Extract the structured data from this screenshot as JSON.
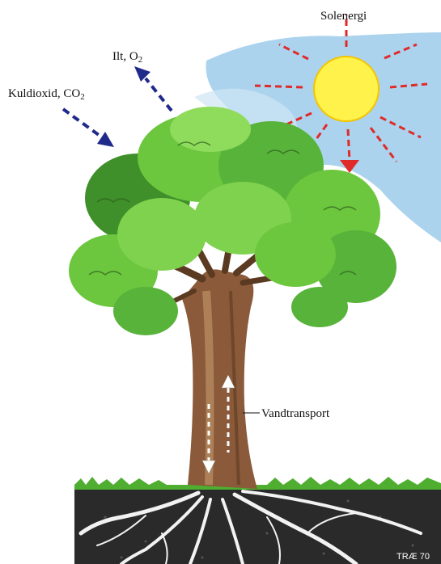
{
  "labels": {
    "sun": "Solenergi",
    "oxygen_prefix": "Ilt, O",
    "oxygen_sub": "2",
    "co2_prefix": "Kuldioxid, CO",
    "co2_sub": "2",
    "water": "Vandtransport",
    "tag": "TRÆ 70"
  },
  "colors": {
    "sky": "#9ccbea",
    "sun": "#fff24a",
    "sun_rays": "#e02a2a",
    "gas_arrows": "#1f2a8a",
    "canopy": "#6cc63e",
    "canopy_dark": "#3f8f2a",
    "trunk": "#8a5a3a",
    "soil": "#2a2a2a",
    "roots": "#f2f2f2",
    "grass": "#4fae2f"
  }
}
